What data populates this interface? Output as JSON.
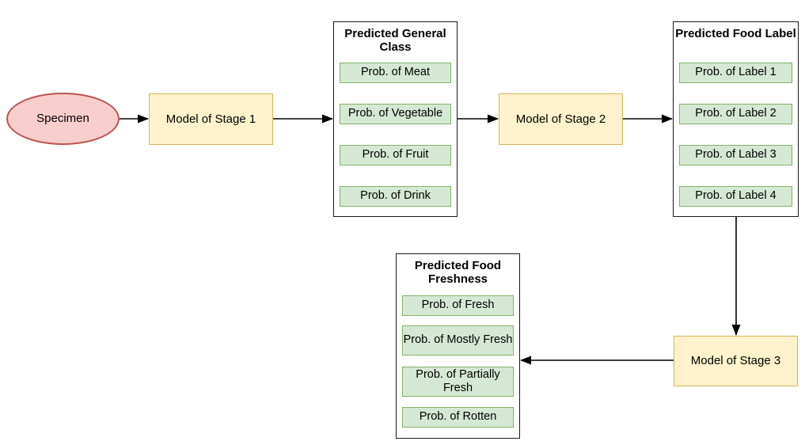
{
  "colors": {
    "specimen-fill": "#f8cecc",
    "specimen-stroke": "#b85450",
    "model-fill": "#fff2cc",
    "model-stroke": "#d6b656",
    "prob-fill": "#d5e8d4",
    "prob-stroke": "#82b366",
    "container-stroke": "#1a1a1a",
    "arrow-color": "#000000"
  },
  "diagram": {
    "specimen": {
      "label": "Specimen"
    },
    "models": {
      "stage1": "Model of Stage 1",
      "stage2": "Model of Stage 2",
      "stage3": "Model of Stage 3"
    },
    "general_class": {
      "title": "Predicted General Class",
      "items": [
        "Prob. of Meat",
        "Prob. of Vegetable",
        "Prob. of Fruit",
        "Prob. of Drink"
      ]
    },
    "food_label": {
      "title": "Predicted Food Label",
      "items": [
        "Prob. of Label 1",
        "Prob. of Label 2",
        "Prob. of Label 3",
        "Prob. of Label 4"
      ]
    },
    "food_freshness": {
      "title": "Predicted Food Freshness",
      "items": [
        "Prob. of Fresh",
        "Prob. of Mostly Fresh",
        "Prob. of Partially Fresh",
        "Prob. of Rotten"
      ]
    }
  }
}
